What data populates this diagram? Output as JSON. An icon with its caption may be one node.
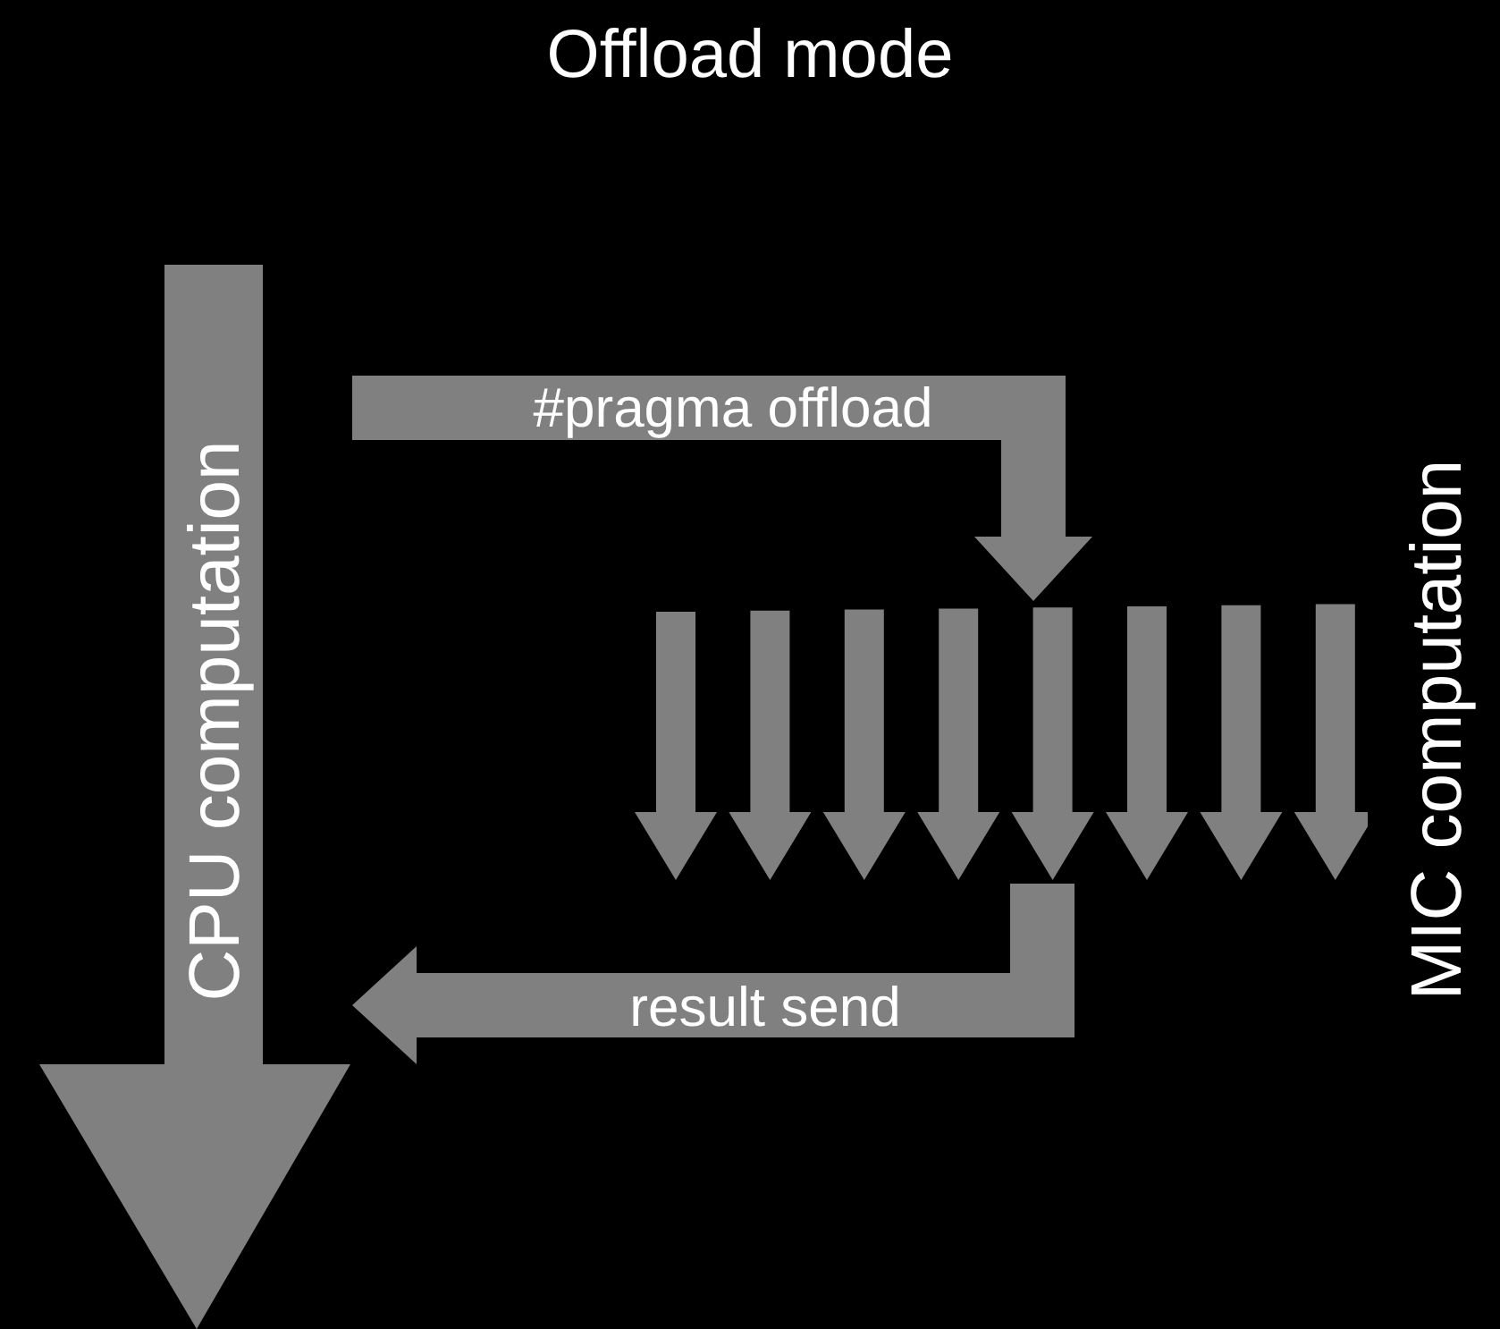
{
  "diagram": {
    "title": "Offload mode",
    "nodes": [
      {
        "text": [
          "CPU computation"
        ]
      },
      {
        "text": [],
        "shape": "arrows",
        "beside": [
          "MIC computation"
        ]
      }
    ],
    "edges": [
      {
        "from": 0,
        "to": 1,
        "arrow": "to",
        "label": "#pragma offload"
      },
      {
        "from": 1,
        "to": 0,
        "arrow": "to",
        "label": "result send"
      }
    ]
  }
}
